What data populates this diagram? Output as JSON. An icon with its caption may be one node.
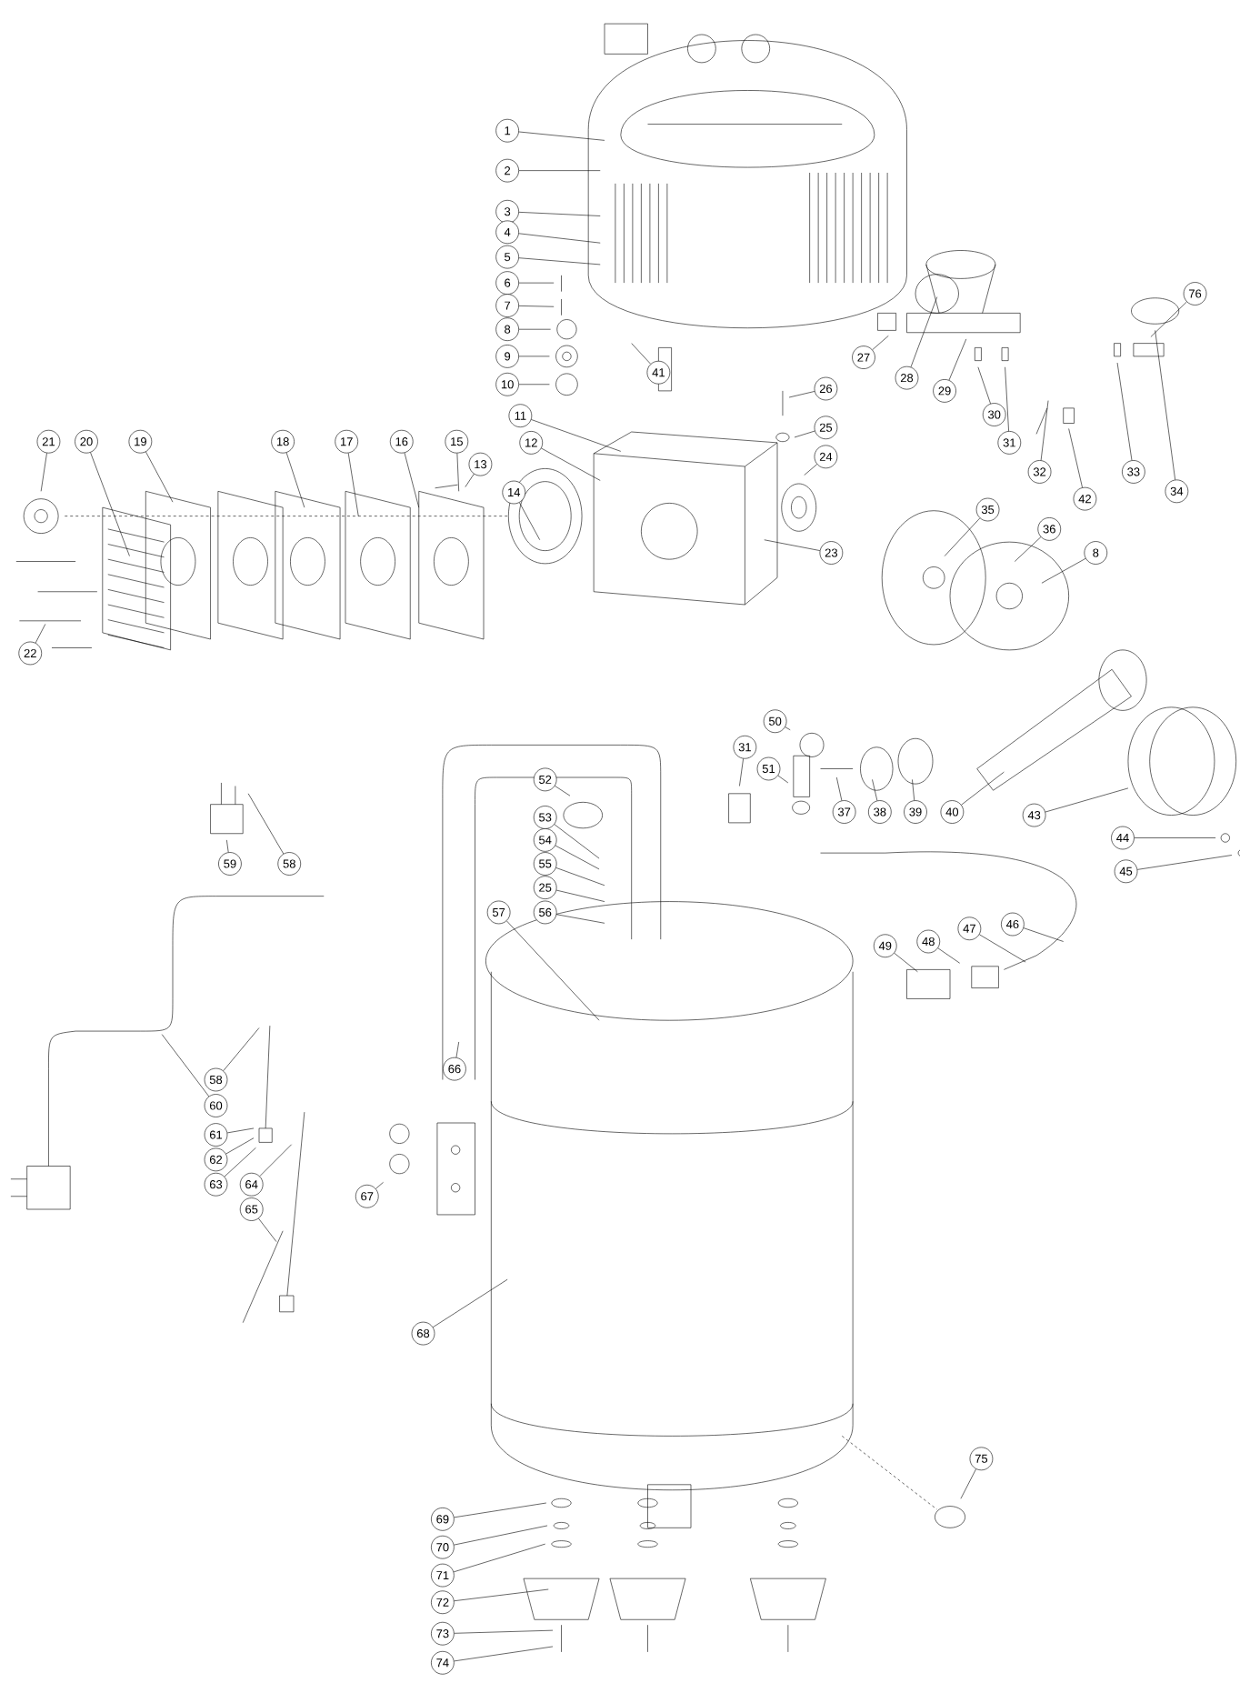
{
  "diagram": {
    "nodes": [
      {
        "text": [
          "1"
        ]
      },
      {
        "text": [
          "2"
        ]
      },
      {
        "text": [
          "3"
        ]
      },
      {
        "text": [
          "4"
        ]
      },
      {
        "text": [
          "5"
        ]
      },
      {
        "text": [
          "6"
        ]
      },
      {
        "text": [
          "7"
        ]
      },
      {
        "text": [
          "8"
        ]
      },
      {
        "text": [
          "9"
        ]
      },
      {
        "text": [
          "10"
        ]
      },
      {
        "text": [
          "11"
        ]
      },
      {
        "text": [
          "12"
        ]
      },
      {
        "text": [
          "41"
        ]
      },
      {
        "text": [
          "26"
        ]
      },
      {
        "text": [
          "25"
        ]
      },
      {
        "text": [
          "24"
        ]
      },
      {
        "text": [
          "23"
        ]
      },
      {
        "text": [
          "27"
        ]
      },
      {
        "text": [
          "28"
        ]
      },
      {
        "text": [
          "29"
        ]
      },
      {
        "text": [
          "30"
        ]
      },
      {
        "text": [
          "31"
        ]
      },
      {
        "text": [
          "32"
        ]
      },
      {
        "text": [
          "42"
        ]
      },
      {
        "text": [
          "33"
        ]
      },
      {
        "text": [
          "34"
        ]
      },
      {
        "text": [
          "76"
        ]
      },
      {
        "text": [
          "21"
        ]
      },
      {
        "text": [
          "20"
        ]
      },
      {
        "text": [
          "19"
        ]
      },
      {
        "text": [
          "18"
        ]
      },
      {
        "text": [
          "17"
        ]
      },
      {
        "text": [
          "16"
        ]
      },
      {
        "text": [
          "15"
        ]
      },
      {
        "text": [
          "14"
        ]
      },
      {
        "text": [
          "13"
        ]
      },
      {
        "text": [
          "35"
        ]
      },
      {
        "text": [
          "36"
        ]
      },
      {
        "text": [
          "8"
        ]
      },
      {
        "text": [
          "22"
        ]
      },
      {
        "text": [
          "37"
        ]
      },
      {
        "text": [
          "38"
        ]
      },
      {
        "text": [
          "39"
        ]
      },
      {
        "text": [
          "40"
        ]
      },
      {
        "text": [
          "43"
        ]
      },
      {
        "text": [
          "44"
        ]
      },
      {
        "text": [
          "45"
        ]
      },
      {
        "text": [
          "31"
        ]
      },
      {
        "text": [
          "50"
        ]
      },
      {
        "text": [
          "51"
        ]
      },
      {
        "text": [
          "52"
        ]
      },
      {
        "text": [
          "53"
        ]
      },
      {
        "text": [
          "54"
        ]
      },
      {
        "text": [
          "55"
        ]
      },
      {
        "text": [
          "25"
        ]
      },
      {
        "text": [
          "56"
        ]
      },
      {
        "text": [
          "57"
        ]
      },
      {
        "text": [
          "59"
        ]
      },
      {
        "text": [
          "58"
        ]
      },
      {
        "text": [
          "49"
        ]
      },
      {
        "text": [
          "48"
        ]
      },
      {
        "text": [
          "47"
        ]
      },
      {
        "text": [
          "46"
        ]
      },
      {
        "text": [
          "58"
        ]
      },
      {
        "text": [
          "60"
        ]
      },
      {
        "text": [
          "61"
        ]
      },
      {
        "text": [
          "62"
        ]
      },
      {
        "text": [
          "63"
        ]
      },
      {
        "text": [
          "64"
        ]
      },
      {
        "text": [
          "65"
        ]
      },
      {
        "text": [
          "66"
        ]
      },
      {
        "text": [
          "67"
        ]
      },
      {
        "text": [
          "68"
        ]
      },
      {
        "text": [
          "69"
        ]
      },
      {
        "text": [
          "70"
        ]
      },
      {
        "text": [
          "71"
        ]
      },
      {
        "text": [
          "72"
        ]
      },
      {
        "text": [
          "73"
        ]
      },
      {
        "text": [
          "74"
        ]
      },
      {
        "text": [
          "75"
        ]
      }
    ],
    "edges": [
      {
        "from": 0,
        "to": null,
        "arrow": "none"
      },
      {
        "from": 1,
        "to": null,
        "arrow": "none"
      },
      {
        "from": 2,
        "to": null,
        "arrow": "none"
      },
      {
        "from": 3,
        "to": null,
        "arrow": "none"
      },
      {
        "from": 4,
        "to": null,
        "arrow": "none"
      },
      {
        "from": 5,
        "to": null,
        "arrow": "none"
      },
      {
        "from": 6,
        "to": null,
        "arrow": "none"
      },
      {
        "from": 7,
        "to": null,
        "arrow": "none"
      },
      {
        "from": 8,
        "to": null,
        "arrow": "none"
      },
      {
        "from": 9,
        "to": null,
        "arrow": "none"
      },
      {
        "from": 10,
        "to": null,
        "arrow": "none"
      },
      {
        "from": 11,
        "to": null,
        "arrow": "none"
      },
      {
        "from": 12,
        "to": null,
        "arrow": "none"
      },
      {
        "from": 13,
        "to": null,
        "arrow": "none"
      },
      {
        "from": 14,
        "to": null,
        "arrow": "none"
      },
      {
        "from": 15,
        "to": null,
        "arrow": "none"
      },
      {
        "from": 16,
        "to": null,
        "arrow": "none"
      },
      {
        "from": 17,
        "to": null,
        "arrow": "none"
      },
      {
        "from": 18,
        "to": null,
        "arrow": "none"
      },
      {
        "from": 19,
        "to": null,
        "arrow": "none"
      },
      {
        "from": 20,
        "to": null,
        "arrow": "none"
      },
      {
        "from": 21,
        "to": null,
        "arrow": "none"
      },
      {
        "from": 22,
        "to": null,
        "arrow": "none"
      },
      {
        "from": 23,
        "to": null,
        "arrow": "none"
      },
      {
        "from": 24,
        "to": null,
        "arrow": "none"
      },
      {
        "from": 25,
        "to": null,
        "arrow": "none"
      },
      {
        "from": 26,
        "to": null,
        "arrow": "none"
      },
      {
        "from": 27,
        "to": null,
        "arrow": "none"
      },
      {
        "from": 28,
        "to": null,
        "arrow": "none"
      },
      {
        "from": 29,
        "to": null,
        "arrow": "none"
      },
      {
        "from": 30,
        "to": null,
        "arrow": "none"
      },
      {
        "from": 31,
        "to": null,
        "arrow": "none"
      },
      {
        "from": 32,
        "to": null,
        "arrow": "none"
      },
      {
        "from": 33,
        "to": null,
        "arrow": "none"
      },
      {
        "from": 34,
        "to": null,
        "arrow": "none"
      },
      {
        "from": 35,
        "to": null,
        "arrow": "none"
      },
      {
        "from": 36,
        "to": null,
        "arrow": "none"
      },
      {
        "from": 37,
        "to": null,
        "arrow": "none"
      },
      {
        "from": 38,
        "to": null,
        "arrow": "none"
      },
      {
        "from": 39,
        "to": null,
        "arrow": "none"
      },
      {
        "from": 40,
        "to": null,
        "arrow": "none"
      },
      {
        "from": 41,
        "to": null,
        "arrow": "none"
      },
      {
        "from": 42,
        "to": null,
        "arrow": "none"
      },
      {
        "from": 43,
        "to": null,
        "arrow": "none"
      },
      {
        "from": 44,
        "to": null,
        "arrow": "none"
      },
      {
        "from": 45,
        "to": null,
        "arrow": "none"
      },
      {
        "from": 46,
        "to": null,
        "arrow": "none"
      },
      {
        "from": 47,
        "to": null,
        "arrow": "none"
      },
      {
        "from": 48,
        "to": null,
        "arrow": "none"
      },
      {
        "from": 49,
        "to": null,
        "arrow": "none"
      },
      {
        "from": 50,
        "to": null,
        "arrow": "none"
      },
      {
        "from": 51,
        "to": null,
        "arrow": "none"
      },
      {
        "from": 52,
        "to": null,
        "arrow": "none"
      },
      {
        "from": 53,
        "to": null,
        "arrow": "none"
      },
      {
        "from": 54,
        "to": null,
        "arrow": "none"
      },
      {
        "from": 55,
        "to": null,
        "arrow": "none"
      },
      {
        "from": 56,
        "to": null,
        "arrow": "none"
      },
      {
        "from": 57,
        "to": null,
        "arrow": "none"
      },
      {
        "from": 58,
        "to": null,
        "arrow": "none"
      },
      {
        "from": 59,
        "to": null,
        "arrow": "none"
      },
      {
        "from": 60,
        "to": null,
        "arrow": "none"
      },
      {
        "from": 61,
        "to": null,
        "arrow": "none"
      },
      {
        "from": 62,
        "to": null,
        "arrow": "none"
      },
      {
        "from": 63,
        "to": null,
        "arrow": "none"
      },
      {
        "from": 64,
        "to": null,
        "arrow": "none"
      },
      {
        "from": 65,
        "to": null,
        "arrow": "none"
      },
      {
        "from": 66,
        "to": null,
        "arrow": "none"
      },
      {
        "from": 67,
        "to": null,
        "arrow": "none"
      },
      {
        "from": 68,
        "to": null,
        "arrow": "none"
      },
      {
        "from": 69,
        "to": null,
        "arrow": "none"
      },
      {
        "from": 70,
        "to": null,
        "arrow": "none"
      },
      {
        "from": 71,
        "to": null,
        "arrow": "none"
      },
      {
        "from": 72,
        "to": null,
        "arrow": "none"
      },
      {
        "from": 73,
        "to": null,
        "arrow": "none"
      },
      {
        "from": 74,
        "to": null,
        "arrow": "none"
      },
      {
        "from": 75,
        "to": null,
        "arrow": "none"
      },
      {
        "from": 76,
        "to": null,
        "arrow": "none"
      },
      {
        "from": 77,
        "to": null,
        "arrow": "none"
      },
      {
        "from": 78,
        "to": null,
        "arrow": "none"
      },
      {
        "from": 79,
        "to": null,
        "arrow": "none"
      }
    ]
  }
}
